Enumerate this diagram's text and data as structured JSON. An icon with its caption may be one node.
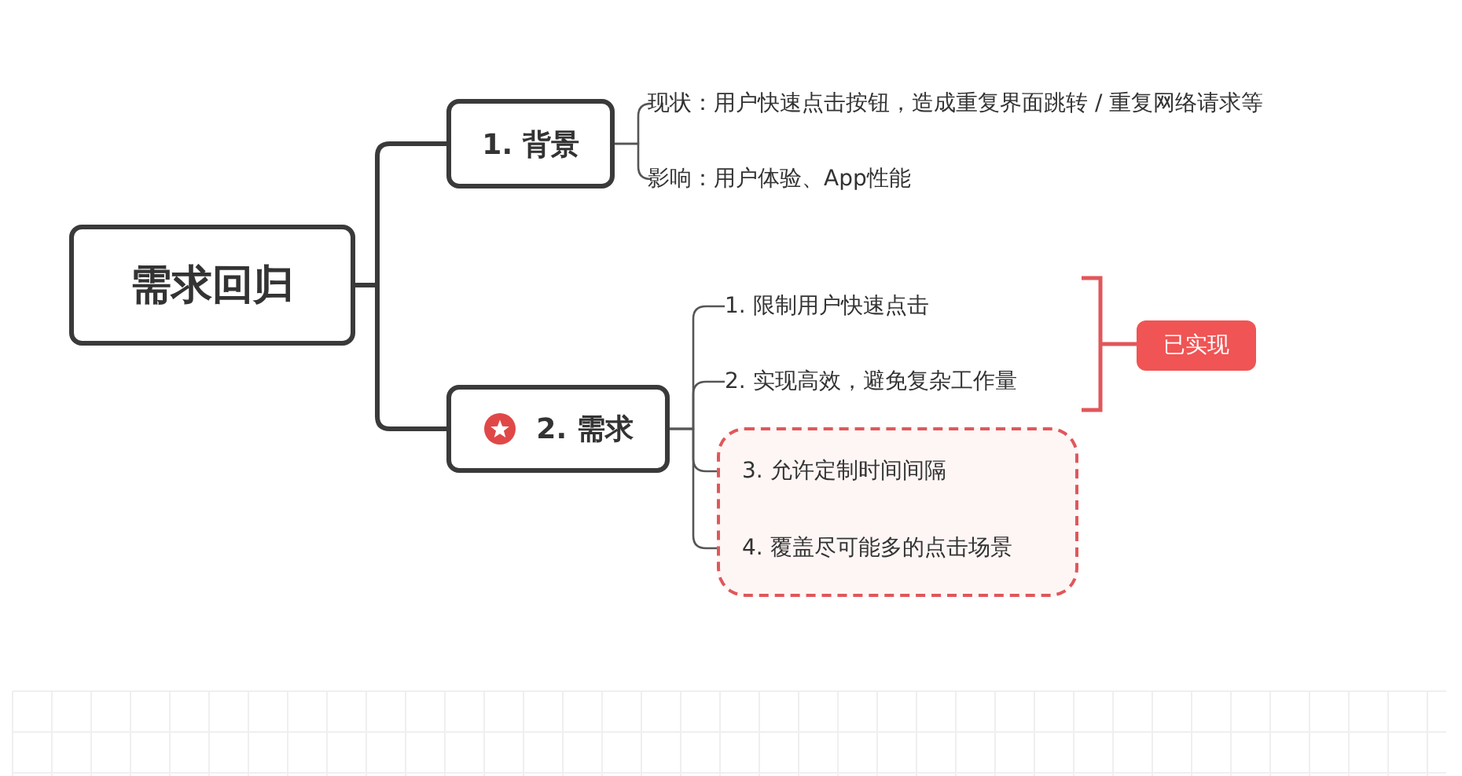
{
  "diagram": {
    "nodes": [
      {
        "text": [
          "需求回归"
        ]
      },
      {
        "text": [
          "1. 背景"
        ]
      },
      {
        "text": [
          "现状：用户快速点击按钮，造成重复界面跳转 / 重复网络请求等"
        ]
      },
      {
        "text": [
          "影响：用户体验、App性能"
        ]
      },
      {
        "text": [
          "2. 需求"
        ]
      },
      {
        "text": [
          "1. 限制用户快速点击"
        ]
      },
      {
        "text": [
          "2. 实现高效，避免复杂工作量"
        ]
      },
      {
        "text": [],
        "shape": "box"
      },
      {
        "text": [
          "3. 允许定制时间间隔"
        ],
        "in": 7
      },
      {
        "text": [
          "4. 覆盖尽可能多的点击场景"
        ],
        "in": 7
      },
      {
        "text": [
          "已实现"
        ]
      }
    ],
    "edges": [
      {
        "from": 0,
        "to": 1,
        "arrow": "none",
        "style": "thick"
      },
      {
        "from": 0,
        "to": 4,
        "arrow": "none",
        "style": "thick"
      },
      {
        "from": 1,
        "to": 2,
        "arrow": "none"
      },
      {
        "from": 1,
        "to": 3,
        "arrow": "none"
      },
      {
        "from": 4,
        "to": 5,
        "arrow": "none"
      },
      {
        "from": 4,
        "to": 6,
        "arrow": "none"
      },
      {
        "from": 4,
        "to": 8,
        "arrow": "none"
      },
      {
        "from": 4,
        "to": 9,
        "arrow": "none"
      }
    ]
  }
}
